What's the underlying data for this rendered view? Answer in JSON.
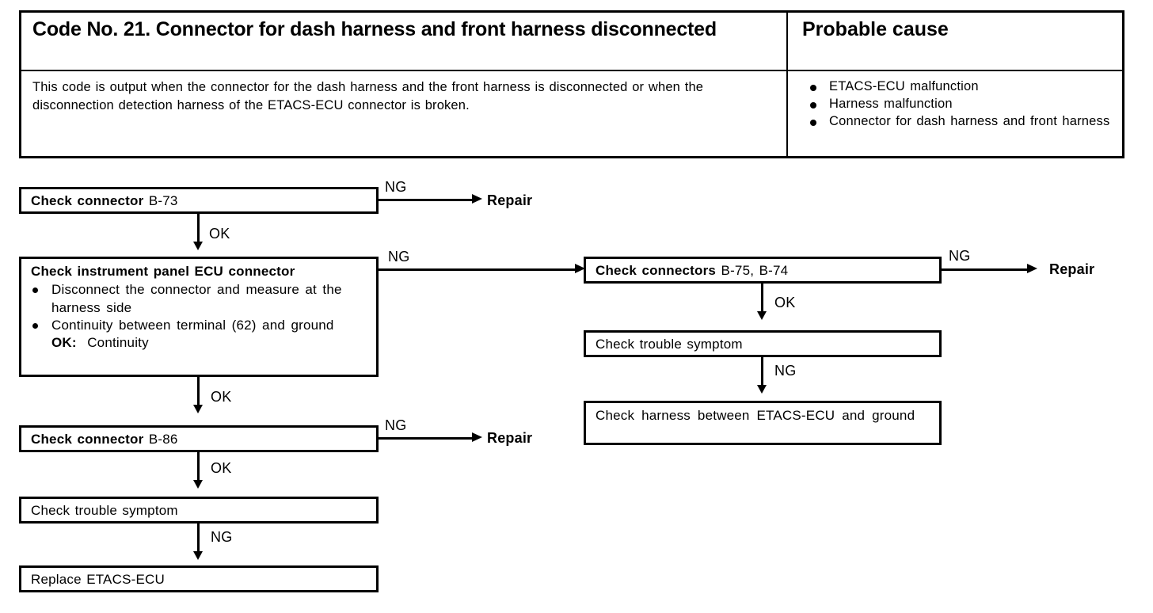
{
  "header": {
    "title": "Code No. 21. Connector for dash harness and front harness disconnected",
    "cause_title": "Probable cause",
    "description": "This code is output when the connector for the dash harness and the front harness is disconnected or when the disconnection detection harness of the ETACS-ECU connector is broken.",
    "causes": [
      "ETACS-ECU malfunction",
      "Harness malfunction",
      "Connector for dash harness and front harness"
    ]
  },
  "flow": {
    "box_check_connector_b73": {
      "title": "Check connector",
      "detail": "B-73"
    },
    "box_check_instrument_panel_ecu": {
      "title": "Check instrument panel ECU connector",
      "bullets": [
        "Disconnect the connector and measure at the harness side",
        "Continuity between terminal (62) and ground"
      ],
      "ok_label": "OK:",
      "ok_value": "Continuity"
    },
    "box_check_connector_b86": {
      "title": "Check connector",
      "detail": "B-86"
    },
    "box_check_trouble_symptom_left": {
      "title": "Check trouble symptom"
    },
    "box_replace_etacs_ecu": {
      "title": "Replace ETACS-ECU"
    },
    "box_check_connectors_b75_b74": {
      "title": "Check connectors",
      "detail": "B-75, B-74"
    },
    "box_check_trouble_symptom_right": {
      "title": "Check trouble symptom"
    },
    "box_check_harness_etacs_ground": {
      "title": "Check harness between ETACS-ECU and ground"
    },
    "labels": {
      "ng": "NG",
      "ok": "OK",
      "repair": "Repair"
    }
  },
  "colors": {
    "ink": "#000000",
    "paper": "#ffffff"
  }
}
